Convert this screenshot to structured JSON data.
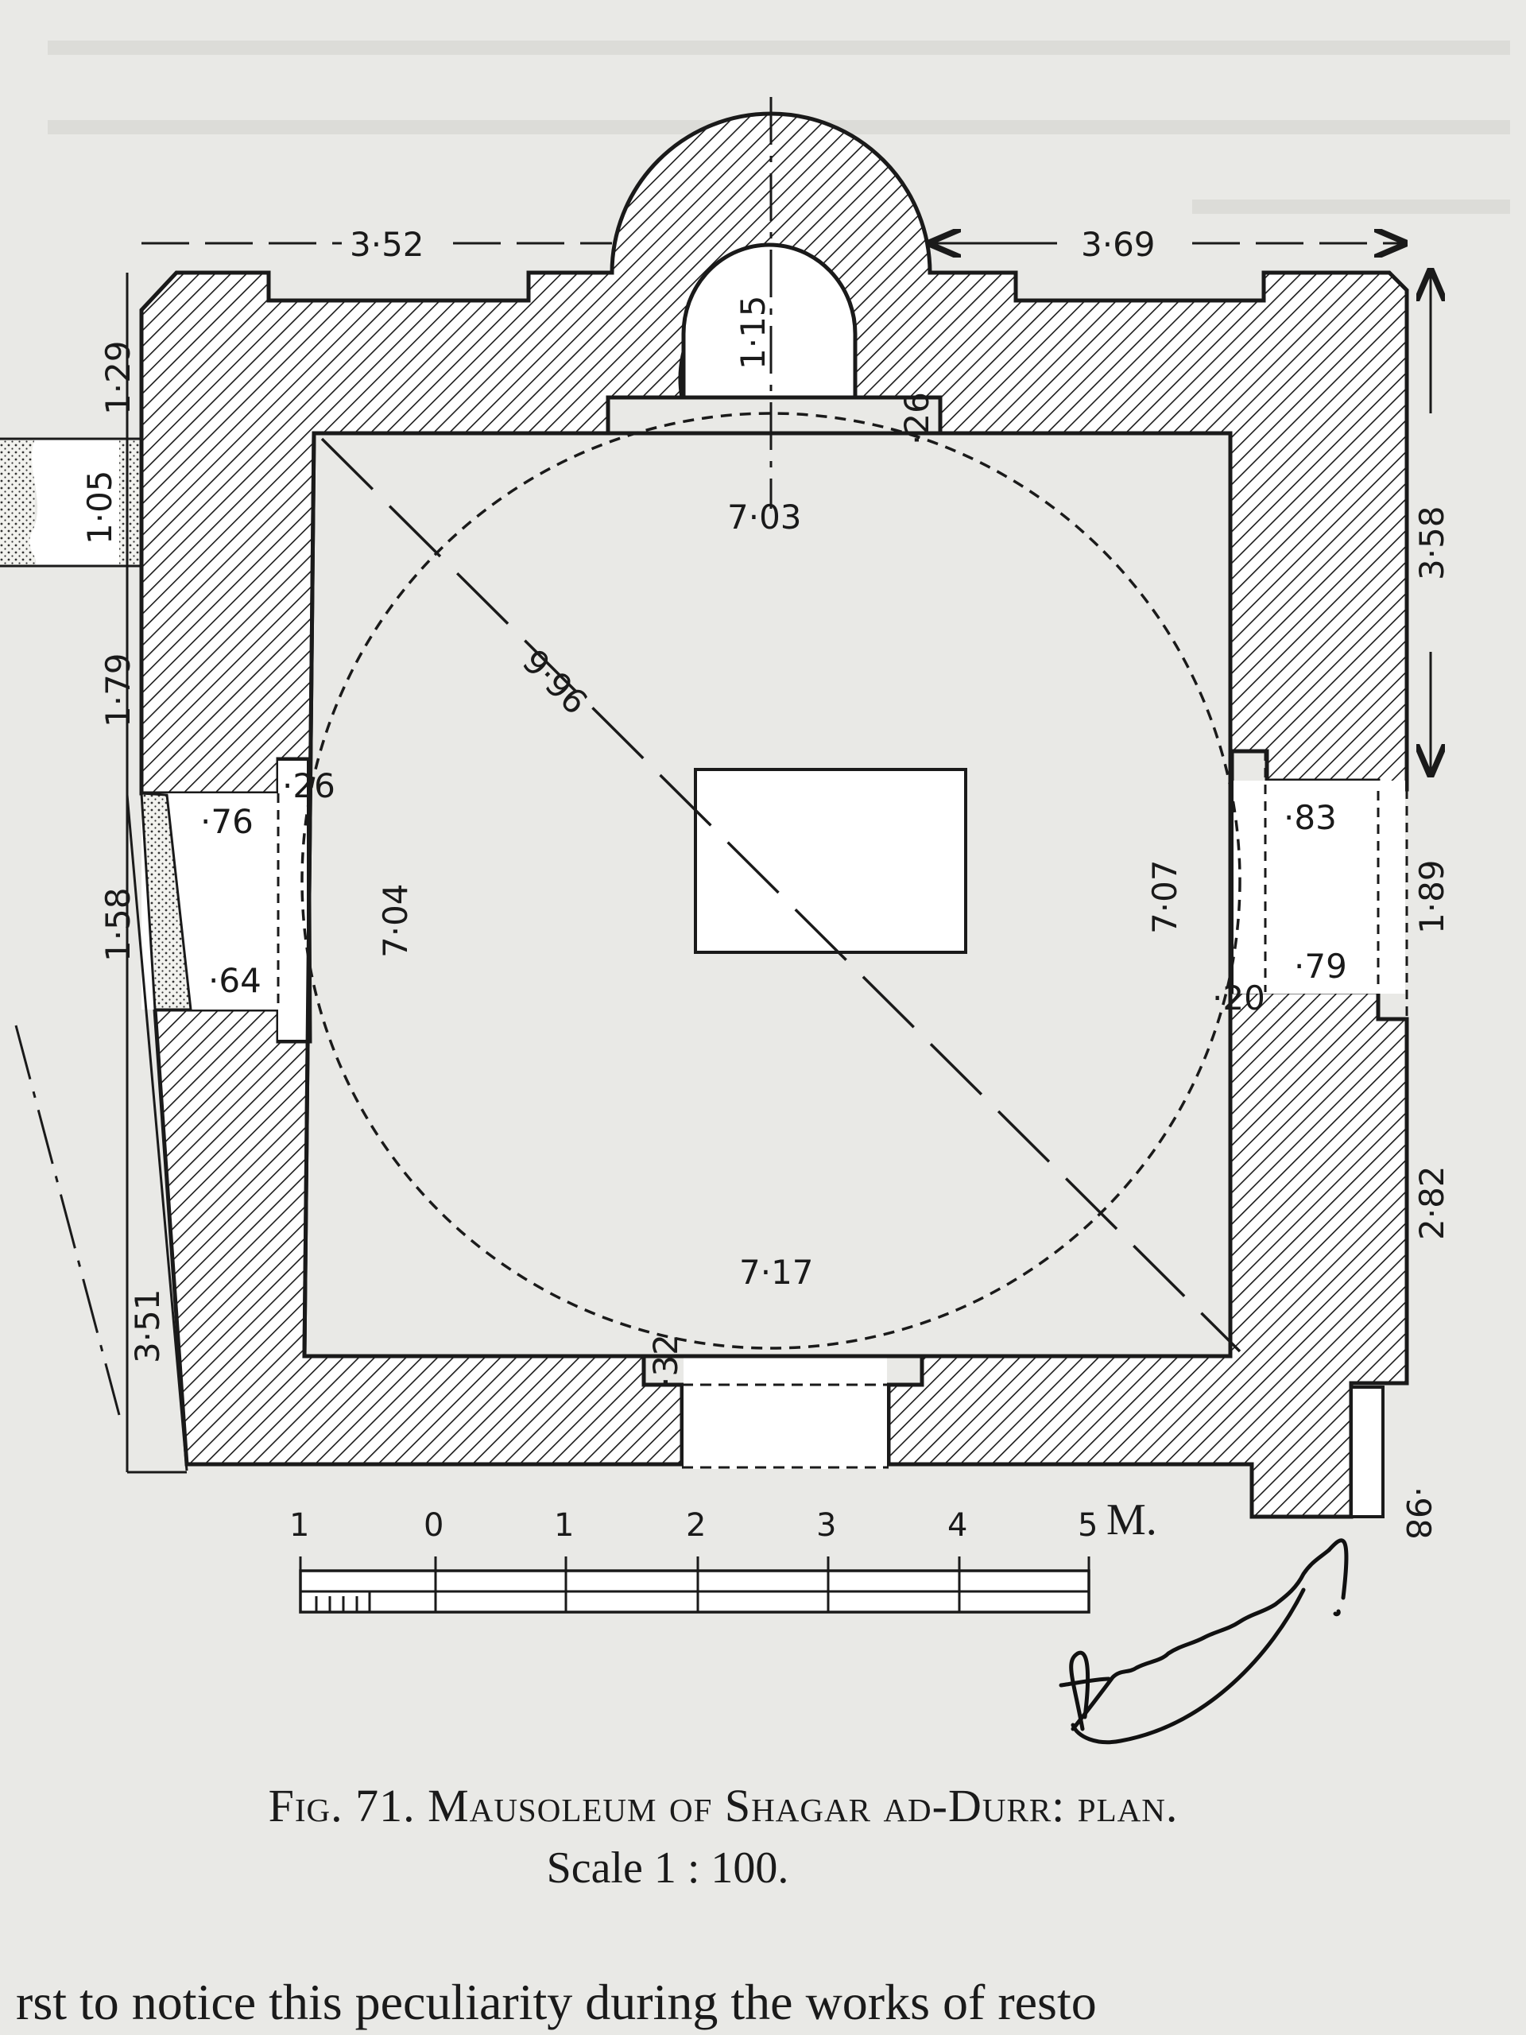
{
  "dimensions": {
    "top_left": "3·52",
    "top_right": "3·69",
    "apse_depth": "1·15",
    "apse_side": "·26",
    "north_width": "7·03",
    "diagonal": "9·96",
    "west_width": "7·04",
    "east_width": "7·07",
    "south_width": "7·17",
    "west_door_upper": "·26",
    "west_door_top": "·76",
    "west_door_bottom": "·64",
    "east_door_top": "·83",
    "east_door_bottom": "·79",
    "east_door_corner": "·20",
    "south_door": "·32",
    "left_upper": "1·29",
    "left_window": "1·05",
    "left_mid": "1·79",
    "left_door": "1·58",
    "left_bottom": "3·51",
    "right_upper": "3·58",
    "right_door": "1·89",
    "right_lower": "2·82",
    "right_bottom": "·98"
  },
  "scale_bar": {
    "ticks": [
      "1",
      "0",
      "1",
      "2",
      "3",
      "4",
      "5"
    ],
    "unit": "M."
  },
  "caption": {
    "line1": "Fig. 71.  Mausoleum of Shagar ad-Durr: plan.",
    "line2": "Scale 1 : 100."
  },
  "footer_text": "rst to notice this peculiarity during the works of resto",
  "colors": {
    "ink": "#1a1a1a",
    "paper": "#e9e9e6"
  }
}
